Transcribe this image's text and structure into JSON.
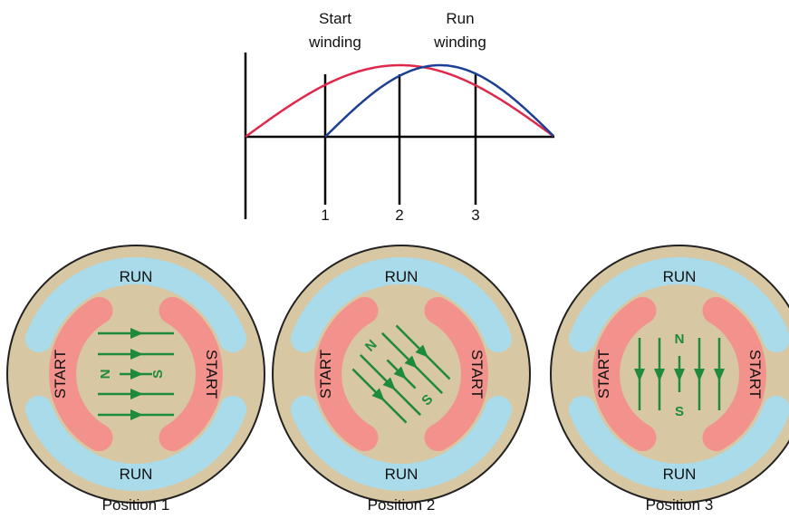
{
  "waveform": {
    "start_label_line1": "Start",
    "start_label_line2": "winding",
    "run_label_line1": "Run",
    "run_label_line2": "winding",
    "ticks": [
      "1",
      "2",
      "3"
    ],
    "colors": {
      "start": "#e0284a",
      "run": "#1d3f94",
      "axis": "#000000"
    }
  },
  "stators": [
    {
      "caption": "Position 1",
      "top": "RUN",
      "bottom": "RUN",
      "left": "START",
      "right": "START",
      "north": "N",
      "south": "S",
      "field": "horizontal"
    },
    {
      "caption": "Position 2",
      "top": "RUN",
      "bottom": "RUN",
      "left": "START",
      "right": "START",
      "north": "N",
      "south": "S",
      "field": "diagonal"
    },
    {
      "caption": "Position 3",
      "top": "RUN",
      "bottom": "RUN",
      "left": "START",
      "right": "START",
      "north": "N",
      "south": "S",
      "field": "vertical"
    }
  ],
  "colors": {
    "housing": "#d7c7a3",
    "run_pole": "#a9dbea",
    "start_pole": "#f3928c",
    "field": "#1e8a3c",
    "rim": "#222222"
  }
}
